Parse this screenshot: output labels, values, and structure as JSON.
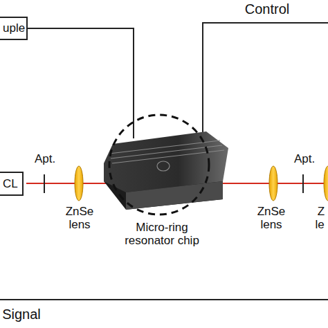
{
  "diagram": {
    "nodes": [
      {
        "text": [
          "uple"
        ]
      },
      {
        "text": [
          "CL"
        ]
      }
    ],
    "labels": [
      "Control",
      "Apt.",
      "ZnSe lens",
      "Micro-ring resonator chip",
      "ZnSe lens",
      "Apt.",
      "Z",
      "le",
      "Signal"
    ]
  }
}
